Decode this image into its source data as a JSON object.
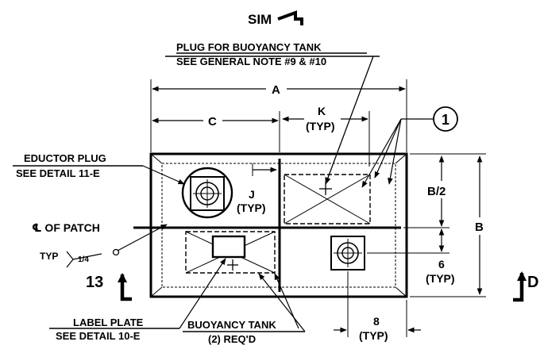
{
  "title_section": {
    "text": "SIM"
  },
  "labels": {
    "plug_line1": "PLUG FOR BUOYANCY TANK",
    "plug_line2": "SEE GENERAL NOTE #9 & #10",
    "dim_a": "A",
    "dim_c": "C",
    "dim_k": "K",
    "dim_k_typ": "(TYP)",
    "callout_1": "1",
    "eductor_line1": "EDUCTOR PLUG",
    "eductor_line2": "SEE DETAIL 11-E",
    "dim_j": "J",
    "dim_j_typ": "(TYP)",
    "dim_b_half": "B/2",
    "dim_b": "B",
    "patch_label": "℄ OF PATCH",
    "weld_typ": "TYP",
    "weld_size": "1/4",
    "section_13": "13",
    "dim_6": "6",
    "dim_6_typ": "(TYP)",
    "section_d": "D",
    "label_plate_line1": "LABEL PLATE",
    "label_plate_line2": "SEE DETAIL 10-E",
    "tank_line1": "BUOYANCY TANK",
    "tank_line2": "(2) REQ'D",
    "dim_8": "8",
    "dim_8_typ": "(TYP)"
  }
}
